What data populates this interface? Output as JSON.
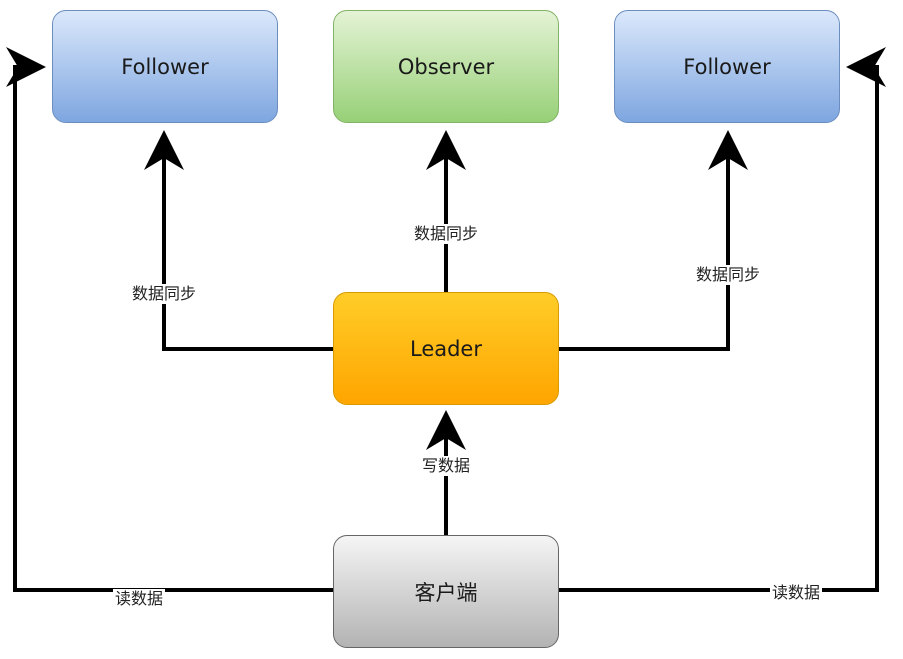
{
  "nodes": {
    "follower_left": "Follower",
    "observer": "Observer",
    "follower_right": "Follower",
    "leader": "Leader",
    "client": "客户端"
  },
  "edge_labels": {
    "sync_left": "数据同步",
    "sync_observer": "数据同步",
    "sync_right": "数据同步",
    "write": "写数据",
    "read_left": "读数据",
    "read_right": "读数据"
  }
}
